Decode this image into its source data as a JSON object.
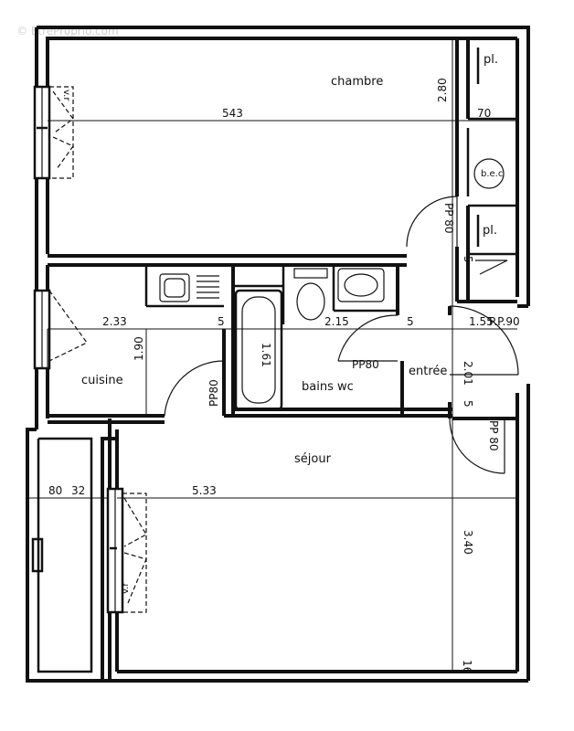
{
  "watermark": "© EtreProprio.com",
  "rooms": {
    "chambre": "chambre",
    "cuisine": "cuisine",
    "bains_wc": "bains wc",
    "entree": "entrée",
    "sejour": "séjour",
    "pl_top": "pl.",
    "pl_mid": "pl.",
    "bec": "b.e.c"
  },
  "windows": {
    "vr_top": "v.r",
    "vr_bottom": "v.r"
  },
  "dimensions": {
    "chambre_width": "543",
    "chambre_depth": "2.80",
    "closet_width": "70",
    "kitchen_width": "2.33",
    "kitchen_depth": "1.90",
    "wall_5a": "5",
    "bath_width": "2.15",
    "wall_5b": "5",
    "entree_width": "1.55",
    "door_pp90": "P.P.90",
    "bath_depth": "1.61",
    "entree_depth": "2.01",
    "wall_5c": "5",
    "sejour_width": "5.33",
    "sejour_depth": "3.40",
    "balcony_a": "80",
    "balcony_b": "32",
    "bottom_16": "16",
    "wall_5d": "5"
  },
  "doors": {
    "pp80_chambre": "PP 80",
    "pp80_kitchen": "PP80",
    "pp80_bath": "PP80",
    "pp80_sejour": "PP 80"
  }
}
